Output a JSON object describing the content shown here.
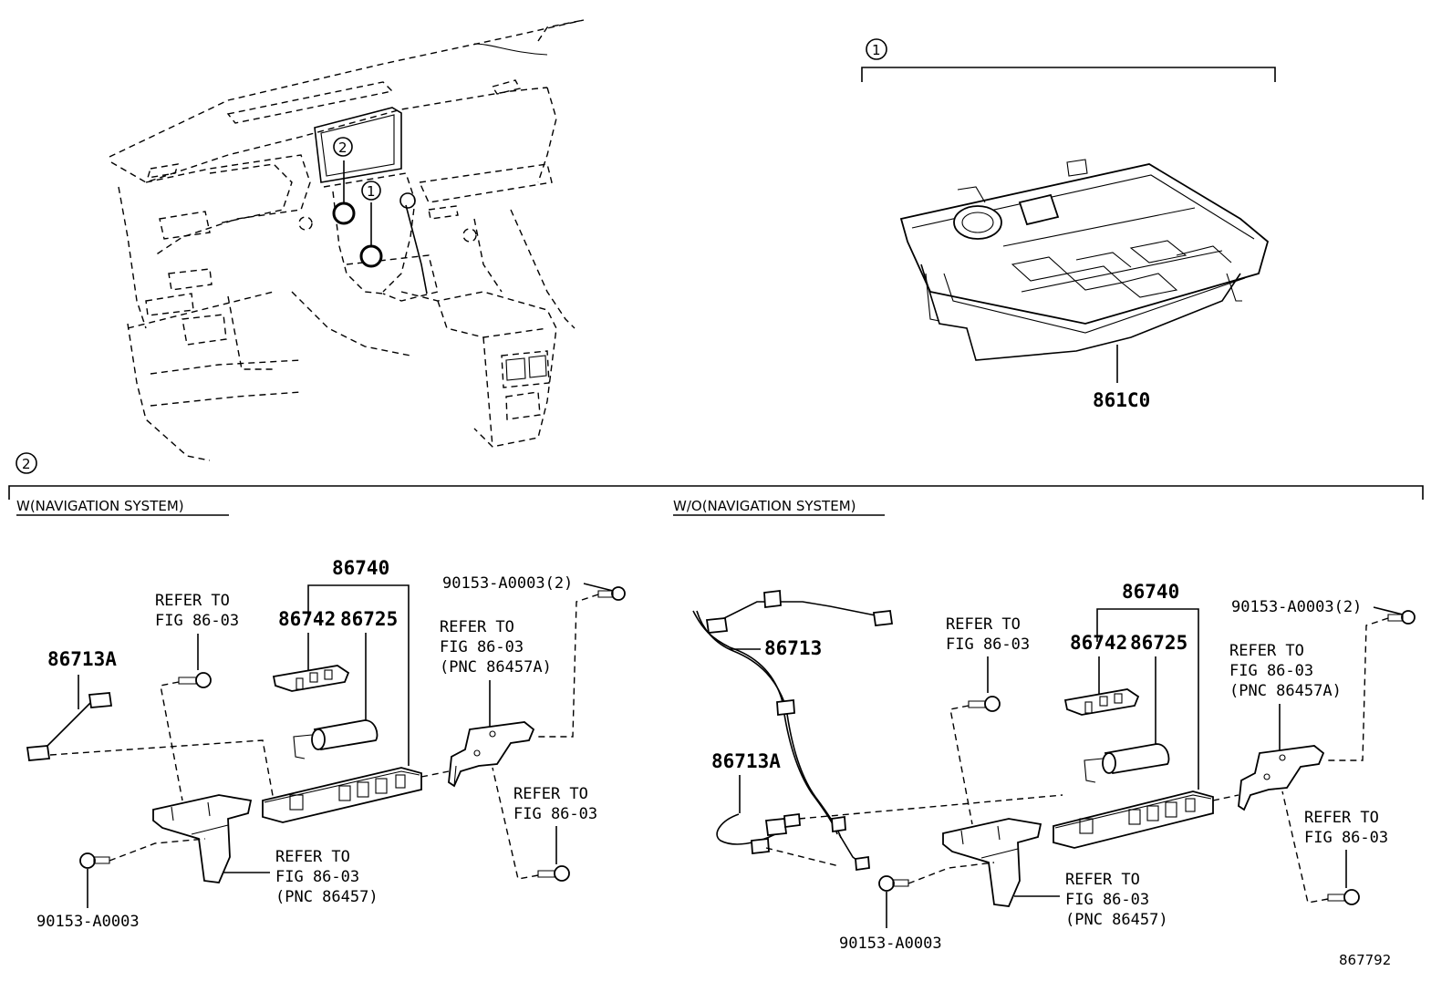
{
  "callouts": {
    "one": "1",
    "two": "2"
  },
  "sections": {
    "with_nav": "W(NAVIGATION SYSTEM)",
    "without_nav": "W/O(NAVIGATION SYSTEM)"
  },
  "top_right": {
    "part": "861C0"
  },
  "left": {
    "p86740": "86740",
    "p86742": "86742",
    "p86725": "86725",
    "p86713A": "86713A",
    "screw_top": "90153-A0003(2)",
    "screw_bottom": "90153-A0003",
    "refer_a": [
      "REFER TO",
      "FIG 86-03"
    ],
    "refer_b": [
      "REFER TO",
      "FIG 86-03",
      "(PNC 86457A)"
    ],
    "refer_c": [
      "REFER TO",
      "FIG 86-03"
    ],
    "refer_d": [
      "REFER TO",
      "FIG 86-03",
      "(PNC 86457)"
    ]
  },
  "right": {
    "p86740": "86740",
    "p86742": "86742",
    "p86725": "86725",
    "p86713": "86713",
    "p86713A": "86713A",
    "screw_top": "90153-A0003(2)",
    "screw_bottom": "90153-A0003",
    "refer_a": [
      "REFER TO",
      "FIG 86-03"
    ],
    "refer_b": [
      "REFER TO",
      "FIG 86-03",
      "(PNC 86457A)"
    ],
    "refer_c": [
      "REFER TO",
      "FIG 86-03"
    ],
    "refer_d": [
      "REFER TO",
      "FIG 86-03",
      "(PNC 86457)"
    ]
  },
  "figure_number": "867792"
}
